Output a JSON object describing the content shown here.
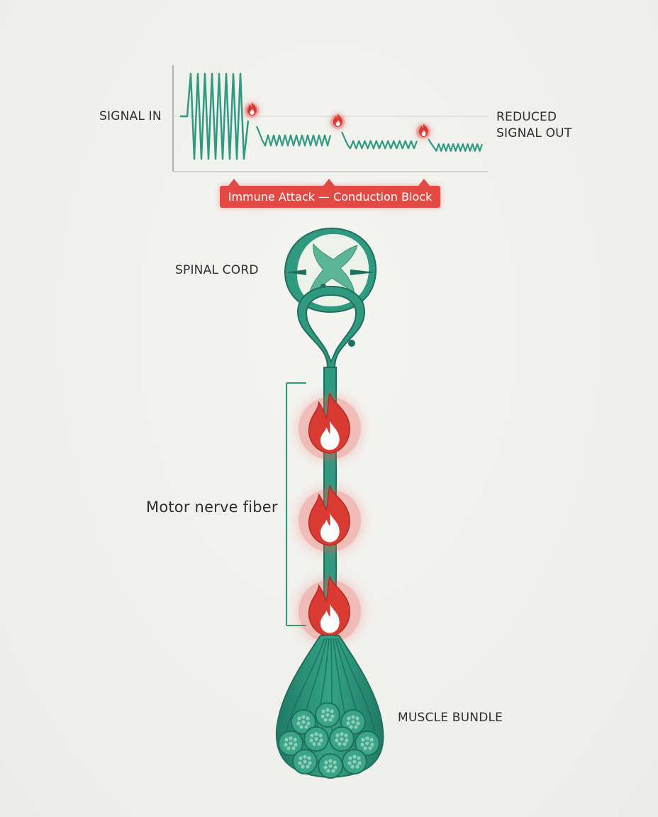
{
  "labels": {
    "signal_in": "SIGNAL IN",
    "signal_out_line1": "REDUCED",
    "signal_out_line2": "SIGNAL OUT",
    "banner": "Immune Attack — Conduction Block",
    "spinal_cord": "SPINAL CORD",
    "nerve_fiber": "Motor nerve fiber",
    "muscle_bundle": "MUSCLE BUNDLE"
  },
  "signal": {
    "segments": [
      {
        "name": "input",
        "level": 1.0
      },
      {
        "name": "after-block-1",
        "level": 0.22
      },
      {
        "name": "after-block-2",
        "level": 0.16
      },
      {
        "name": "after-block-3",
        "level": 0.05
      }
    ],
    "block_count": 3
  },
  "nerve": {
    "attack_sites": 3
  },
  "colors": {
    "teal": "#2f9a80",
    "teal_dark": "#1f6f5c",
    "teal_light": "#8fcdb8",
    "attack_red": "#e24a43",
    "flame_red": "#d93b33",
    "axis_gray": "#9aa0a3",
    "text": "#2b2f33"
  },
  "icons": {
    "attack_marker": "flame-icon",
    "block_marker": "triangle-pointer-icon"
  }
}
